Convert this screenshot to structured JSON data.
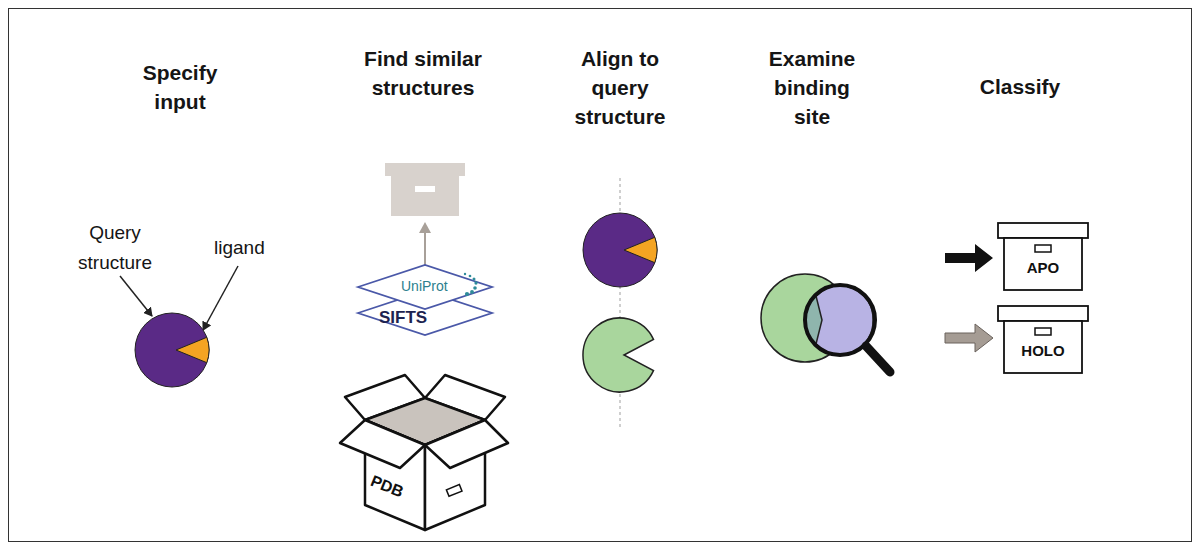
{
  "diagram": {
    "nodes": [
      {
        "text": [
          "UniProt"
        ]
      },
      {
        "text": [
          "SIFTS"
        ]
      },
      {
        "text": [
          "PDB"
        ]
      },
      {
        "text": [
          "APO"
        ]
      },
      {
        "text": [
          "HOLO"
        ]
      }
    ],
    "labels": [
      "Specify input",
      "Find similar structures",
      "Align to query structure",
      "Examine binding site",
      "Classify",
      "Query structure",
      "ligand"
    ]
  }
}
